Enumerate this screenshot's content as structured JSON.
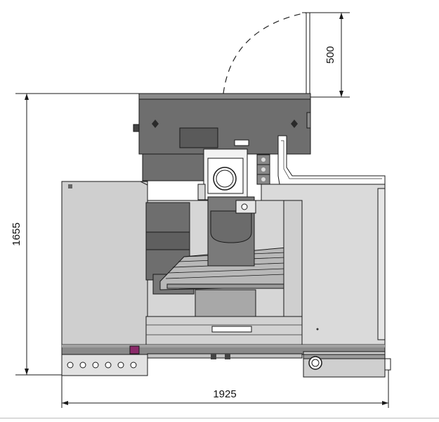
{
  "dimensions": {
    "height_total": "1655",
    "width_total": "1925",
    "door_clearance": "500"
  },
  "colors": {
    "line": "#1a1a1a",
    "dark_gray": "#6e6e6e",
    "mid_gray": "#8a8a8a",
    "light_gray": "#c9c9c9",
    "panel_gray": "#dcdcdc",
    "accent_purple": "#8b2a6a"
  }
}
